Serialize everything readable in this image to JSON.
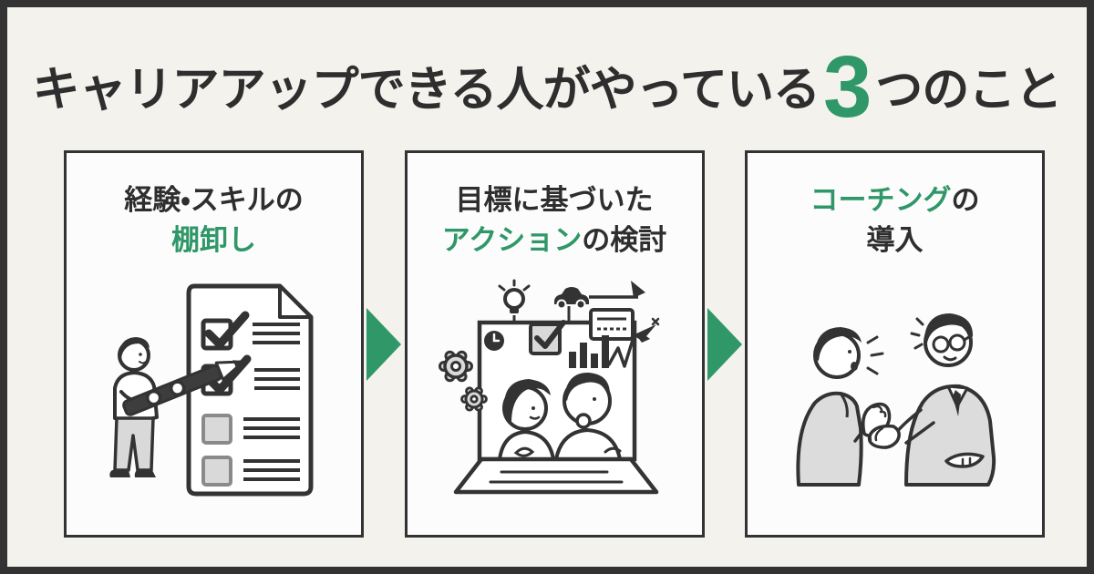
{
  "title": {
    "prefix": "キャリアアップできる人がやっている",
    "number": "3",
    "suffix": "つのこと"
  },
  "colors": {
    "accent_green": "#2f9768",
    "ink": "#2e2e2e",
    "background": "#f3f2ed",
    "card_background": "#fcfcfc",
    "frame_border": "#333333",
    "illustration_gray": "#d9d9d9"
  },
  "steps": [
    {
      "heading": [
        {
          "segments": [
            {
              "text": "経験・スキルの",
              "accent": false
            }
          ]
        },
        {
          "segments": [
            {
              "text": "棚卸し",
              "accent": true
            }
          ]
        }
      ],
      "illustration": "person-checking-list"
    },
    {
      "heading": [
        {
          "segments": [
            {
              "text": "目標に基づいた",
              "accent": false
            }
          ]
        },
        {
          "segments": [
            {
              "text": "アクション",
              "accent": true
            },
            {
              "text": "の検討",
              "accent": false
            }
          ]
        }
      ],
      "illustration": "online-meeting-planning"
    },
    {
      "heading": [
        {
          "segments": [
            {
              "text": "コーチング",
              "accent": true
            },
            {
              "text": "の",
              "accent": false
            }
          ]
        },
        {
          "segments": [
            {
              "text": "導入",
              "accent": false
            }
          ]
        }
      ],
      "illustration": "coaching-conversation"
    }
  ],
  "flow": {
    "arrow_direction": "right",
    "arrow_count": 2
  }
}
